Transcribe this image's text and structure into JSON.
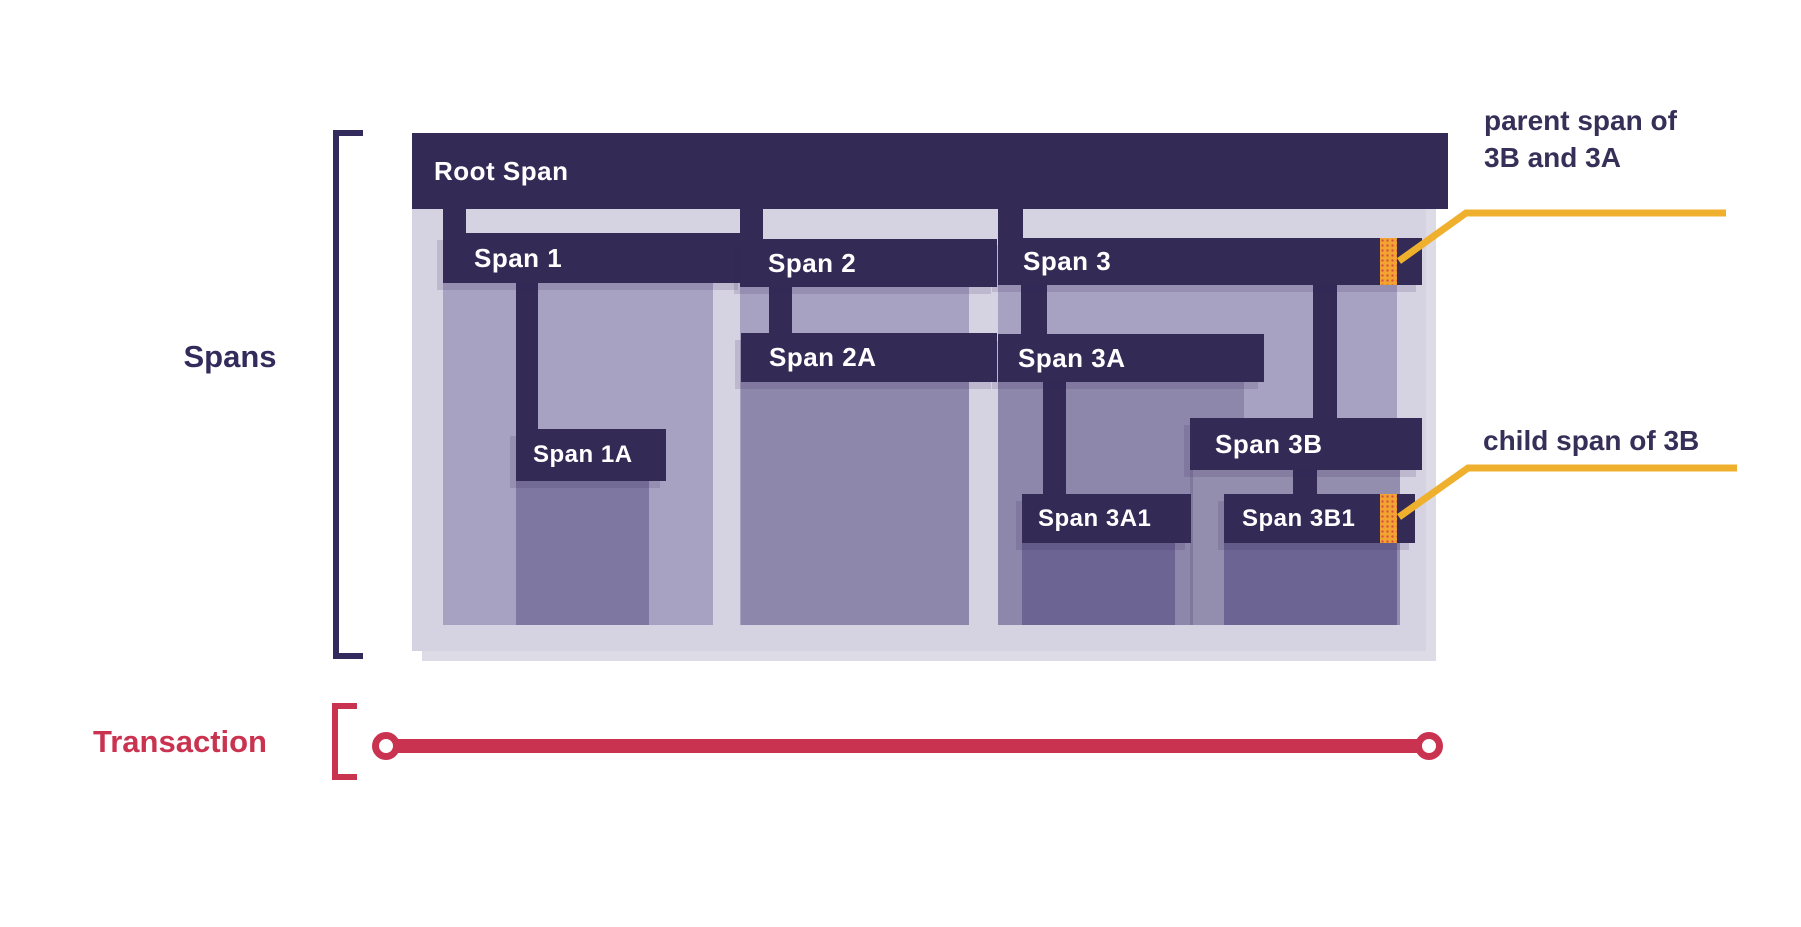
{
  "side_labels": {
    "spans": "Spans",
    "transaction": "Transaction"
  },
  "spans": {
    "root": {
      "label": "Root Span"
    },
    "span1": {
      "label": "Span 1"
    },
    "span1a": {
      "label": "Span 1A"
    },
    "span2": {
      "label": "Span 2"
    },
    "span2a": {
      "label": "Span 2A"
    },
    "span3": {
      "label": "Span 3"
    },
    "span3a": {
      "label": "Span 3A"
    },
    "span3a1": {
      "label": "Span 3A1"
    },
    "span3b": {
      "label": "Span 3B"
    },
    "span3b1": {
      "label": "Span 3B1"
    }
  },
  "hierarchy": {
    "Root Span": {
      "Span 1": {
        "Span 1A": {}
      },
      "Span 2": {
        "Span 2A": {}
      },
      "Span 3": {
        "Span 3A": {
          "Span 3A1": {}
        },
        "Span 3B": {
          "Span 3B1": {}
        }
      }
    }
  },
  "annotations": {
    "parent_span": {
      "line1": "parent span of",
      "line2": "3B and 3A",
      "points_to": "Span 3"
    },
    "child_span": {
      "text": "child span of 3B",
      "points_to": "Span 3B1"
    }
  },
  "colors": {
    "span_bar": "#332a56",
    "container_bg": "#d5d2e2",
    "depth1_bg": "#a7a1c2",
    "depth2_bg": "#8d87ab",
    "depth2_dark_bg": "#7d77a1",
    "depth3_bg": "#6c6594",
    "marker_orange": "#f2a432",
    "annotation_line_orange": "#efb02e",
    "annotation_text": "#363058",
    "transaction_red": "#ca3350",
    "bracket_navy": "#332b5b",
    "bar_text": "#ffffff"
  }
}
